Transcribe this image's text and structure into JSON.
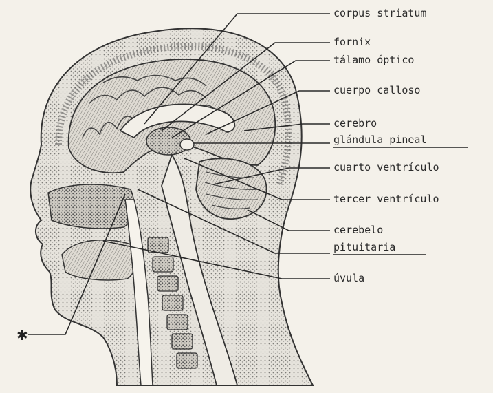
{
  "labels": {
    "corpus_striatum": "corpus striatum",
    "fornix": "fornix",
    "talamo_optico": "tálamo óptico",
    "cuerpo_calloso": "cuerpo calloso",
    "cerebro": "cerebro",
    "glandula_pineal": "glándula pineal",
    "cuarto_ventriculo": "cuarto ventrículo",
    "tercer_ventriculo": "tercer ventrículo",
    "cerebelo": "cerebelo",
    "pituitaria": "pituitaria",
    "uvula": "úvula"
  },
  "marker": "✱",
  "colors": {
    "paper": "#f4f1ea",
    "ink": "#2b2b2b",
    "stipple": "#8a8a86"
  }
}
